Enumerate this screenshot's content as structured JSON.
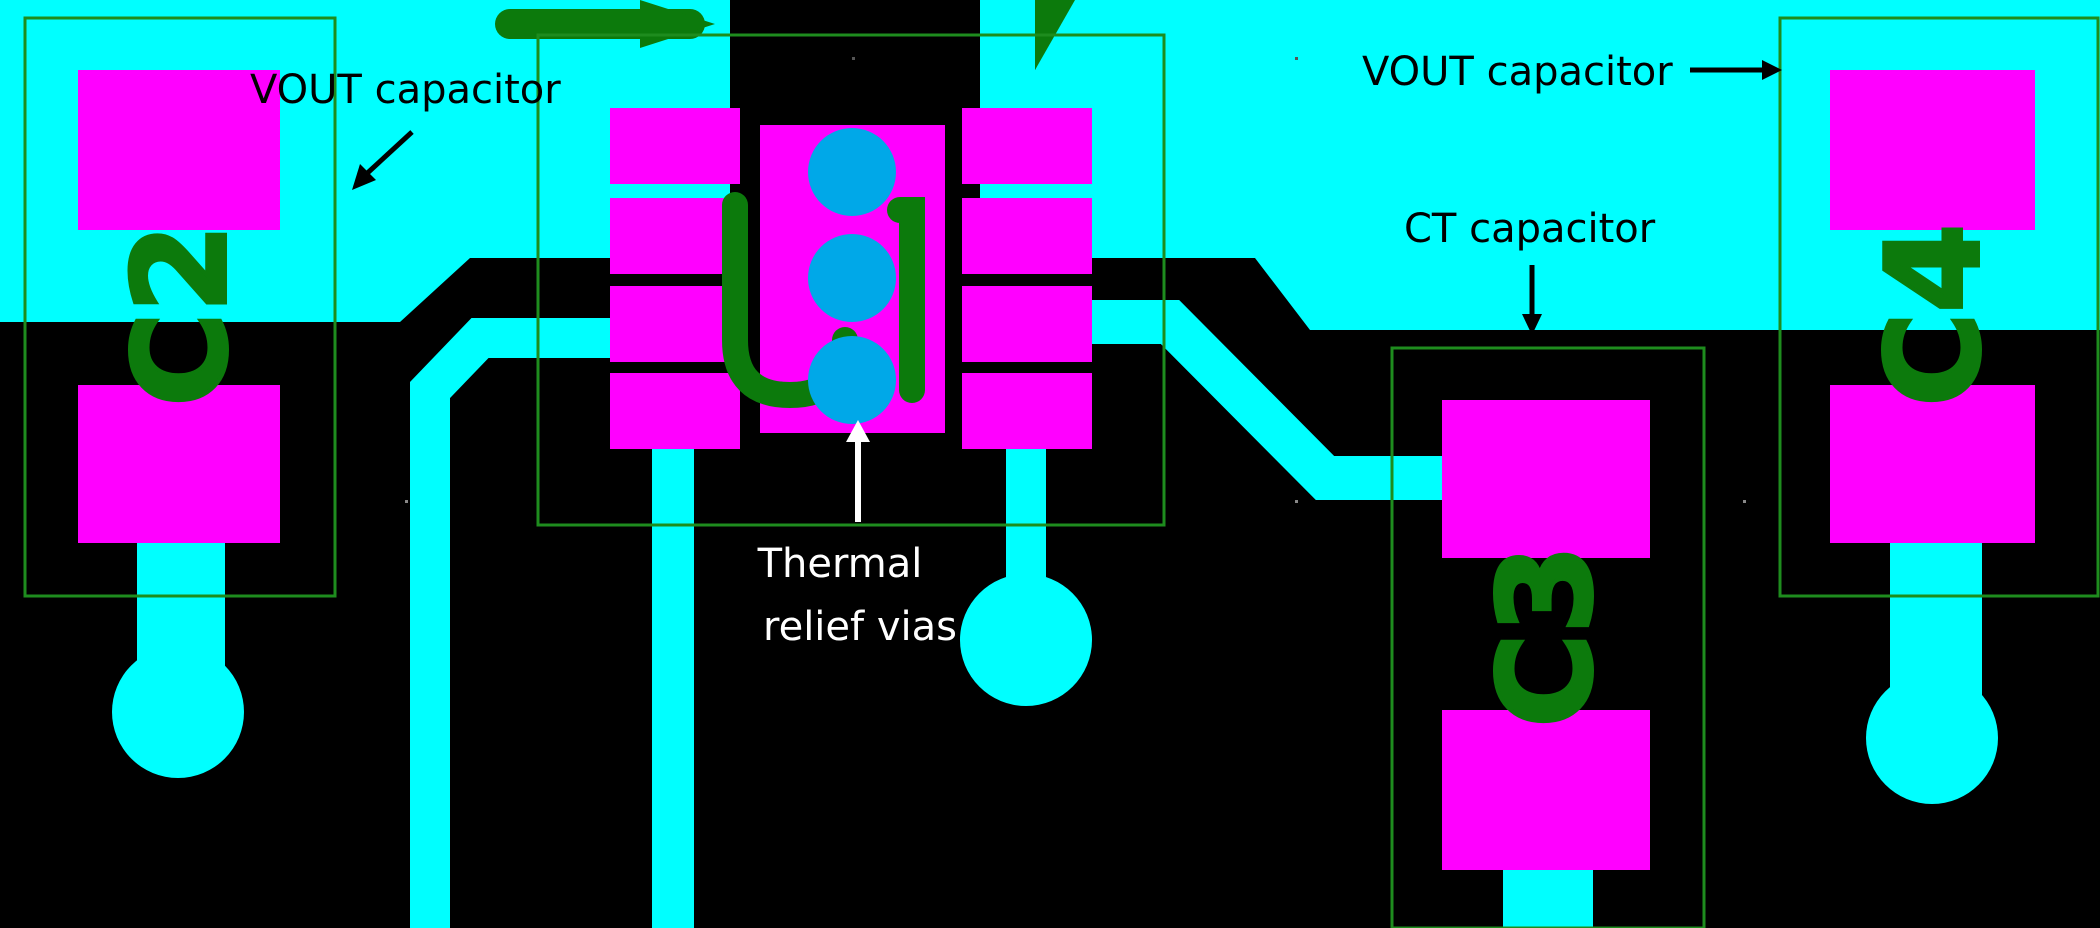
{
  "labels": {
    "vout_left": "VOUT capacitor",
    "vout_right": "VOUT capacitor",
    "ct": "CT capacitor",
    "thermal_line1": "Thermal",
    "thermal_line2": "relief vias"
  },
  "designators": {
    "c2": "C2",
    "c3": "C3",
    "c4": "C4",
    "u1": "U1"
  },
  "colors": {
    "background": "#000000",
    "copper": "#00ffff",
    "pad": "#ff00ff",
    "via": "#00a8e8",
    "silkscreen": "#0c7a0c",
    "outline": "#1e8c1e"
  }
}
